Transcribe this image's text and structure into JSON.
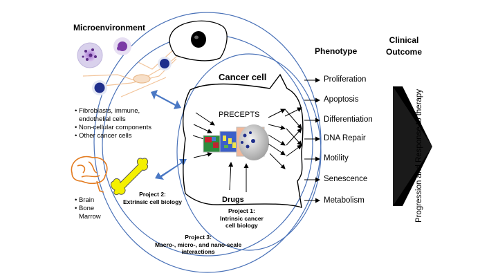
{
  "microenvironment": {
    "title": "Microenvironment",
    "bullets": [
      "• Fibroblasts, immune,",
      "  endothelial cells",
      "• Non-cellular components",
      "• Other cancer cells"
    ],
    "organ_bullets": [
      "• Brain",
      "• Bone",
      "  Marrow"
    ]
  },
  "cancer_cell": {
    "title": "Cancer cell",
    "precepts_label": "PRECEPTS"
  },
  "phenotype": {
    "title": "Phenotype",
    "items": [
      "Proliferation",
      "Apoptosis",
      "Differentiation",
      "DNA Repair",
      "Motility",
      "Senescence",
      "Metabolism"
    ]
  },
  "clinical": {
    "title_line1": "Clinical",
    "title_line2": "Outcome",
    "arrow_label": "Progression and Response to therapy"
  },
  "projects": {
    "p1_title": "Project 1:",
    "p1_line1": "Intrinsic cancer",
    "p1_line2": "cell biology",
    "p2_title": "Project 2:",
    "p2_line1": "Extrinsic cell biology",
    "p3_title": "Project 3:",
    "p3_line1": "Macro-, micro-, and nano-scale",
    "p3_line2": "interactions"
  },
  "drugs_label": "Drugs",
  "colors": {
    "circle": "#4a72b8",
    "arrow_blue": "#4a78c4",
    "cell_text": "#000000",
    "bone": "#f4f000",
    "brain": "#e37b1f",
    "blood_purple": "#7b3aa6",
    "nucleus_blue": "#1f2f8c"
  },
  "icons": [
    "immune-cell-icon",
    "fibroblast-icon",
    "brain-icon",
    "bone-icon",
    "cancer-cell-outline-icon",
    "petri-dish-icon",
    "double-arrow-icon",
    "big-chevron-arrow-icon"
  ]
}
